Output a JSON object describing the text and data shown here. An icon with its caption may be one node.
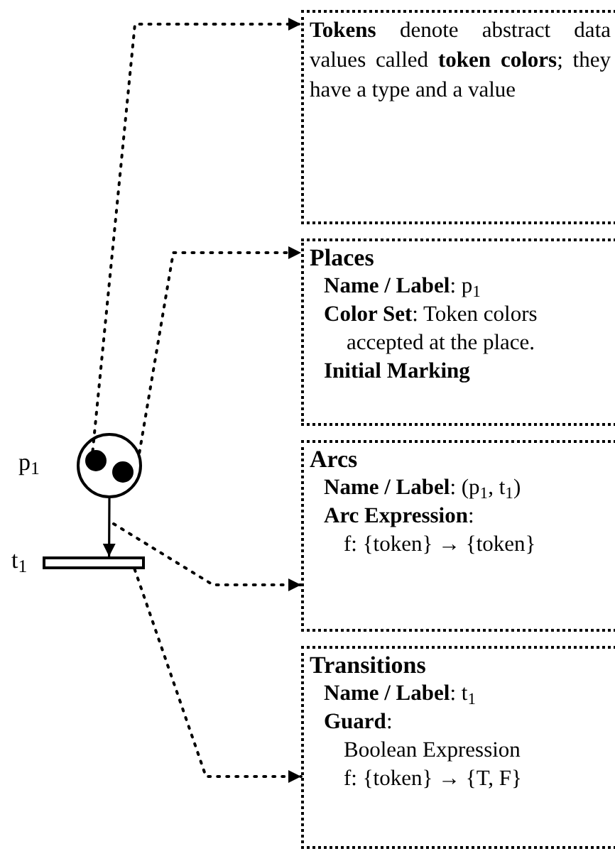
{
  "diagram": {
    "nodes": [
      {
        "text": [],
        "shape": "circle",
        "beside": [
          "p$_{1}$"
        ]
      },
      {
        "text": [],
        "shape": "circle",
        "in": 0
      },
      {
        "text": [],
        "shape": "circle",
        "in": 0
      },
      {
        "text": [],
        "shape": "bar",
        "beside": [
          "t$_{1}$"
        ]
      },
      {
        "text": [
          "**Tokens** denote abstract data values called **token colors**; they have a type and a value"
        ]
      },
      {
        "text": [
          "Places",
          "**Name / Label**:  p$_{1}$",
          "**Color Set**:  Token colors accepted at the place.",
          "**Initial Marking**"
        ]
      },
      {
        "text": [
          "Arcs",
          "**Name / Label**:  (p$_{1}$, t$_{1}$)",
          "**Arc Expression**:",
          "f: {token} → {token}"
        ]
      },
      {
        "text": [
          "Transitions",
          "**Name / Label**:  t$_{1}$",
          "**Guard**:",
          "Boolean Expression",
          "f: {token} → {T, F}"
        ]
      }
    ],
    "edges": [
      {
        "from": 0,
        "to": 3,
        "arrow": "to"
      },
      {
        "from": 1,
        "to": 4,
        "arrow": "to",
        "style": "dashed"
      },
      {
        "from": 0,
        "to": 5,
        "arrow": "to",
        "style": "dashed"
      },
      {
        "from": null,
        "to": 6,
        "arrow": "to",
        "style": "dashed"
      },
      {
        "from": 3,
        "to": 7,
        "arrow": "to",
        "style": "dashed"
      }
    ]
  }
}
